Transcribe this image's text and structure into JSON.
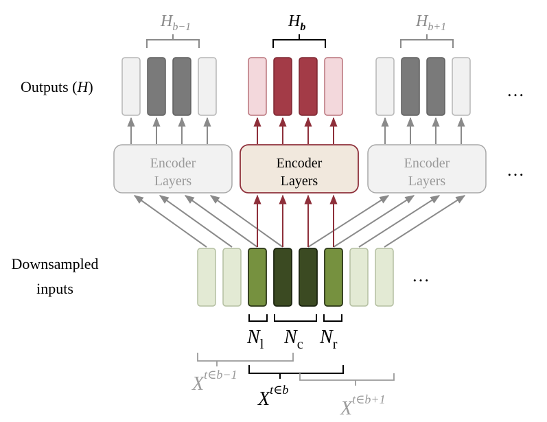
{
  "labels": {
    "outputs": "Outputs (",
    "outputs_var": "H",
    "outputs_close": ")",
    "downsampled_line1": "Downsampled",
    "downsampled_line2": "inputs",
    "ellipsis": "…"
  },
  "encoders": {
    "left": {
      "line1": "Encoder",
      "line2": "Layers"
    },
    "center": {
      "line1": "Encoder",
      "line2": "Layers"
    },
    "right": {
      "line1": "Encoder",
      "line2": "Layers"
    }
  },
  "output_brackets": {
    "left": {
      "base": "H",
      "sub": "b−1"
    },
    "center": {
      "base": "H",
      "sub": "b"
    },
    "right": {
      "base": "H",
      "sub": "b+1"
    }
  },
  "context_brackets": {
    "left": {
      "base": "N",
      "sub": "l"
    },
    "center": {
      "base": "N",
      "sub": "c"
    },
    "right": {
      "base": "N",
      "sub": "r"
    }
  },
  "input_brackets": {
    "prev": {
      "base": "X",
      "sup": "t∈b−1"
    },
    "cur": {
      "base": "X",
      "sup": "t∈b"
    },
    "next": {
      "base": "X",
      "sup": "t∈b+1"
    }
  },
  "colors": {
    "gray_dark": "#7a7a7a",
    "gray_light": "#f1f1f1",
    "red_dark": "#a33b47",
    "red_light": "#f3d8dc",
    "green_light": "#e3ead4",
    "green_mid": "#76913f",
    "green_dark": "#3b4a22",
    "encoder_center_fill": "#f1e8dd",
    "encoder_side_fill": "#f2f2f2"
  }
}
